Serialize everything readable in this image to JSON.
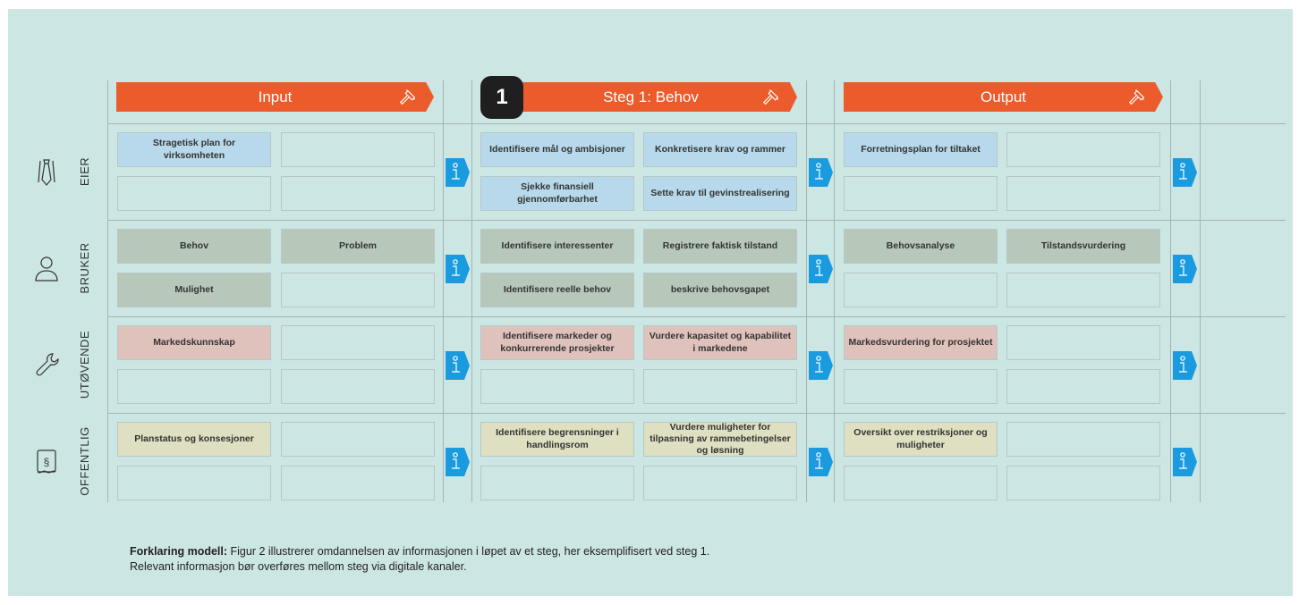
{
  "headers": {
    "input": "Input",
    "step": "Steg 1: Behov",
    "output": "Output",
    "step_number": "1"
  },
  "rows": [
    {
      "label": "EIER",
      "icon": "tie-icon"
    },
    {
      "label": "BRUKER",
      "icon": "person-icon"
    },
    {
      "label": "UTØVENDE",
      "icon": "wrench-icon"
    },
    {
      "label": "OFFENTLIG",
      "icon": "paragraph-scroll-icon"
    }
  ],
  "cells": {
    "eier": {
      "input": [
        "Stragetisk plan for virksomheten",
        "",
        "",
        ""
      ],
      "step": [
        "Identifisere mål og ambisjoner",
        "Konkretisere krav og rammer",
        "Sjekke finansiell gjennomførbarhet",
        "Sette krav til gevinstrealisering"
      ],
      "output": [
        "Forretningsplan for tiltaket",
        "",
        "",
        ""
      ]
    },
    "bruker": {
      "input": [
        "Behov",
        "Problem",
        "Mulighet",
        ""
      ],
      "step": [
        "Identifisere interessenter",
        "Registrere faktisk tilstand",
        "Identifisere reelle behov",
        "beskrive behovsgapet"
      ],
      "output": [
        "Behovsanalyse",
        "Tilstandsvurdering",
        "",
        ""
      ]
    },
    "utovende": {
      "input": [
        "Markedskunnskap",
        "",
        "",
        ""
      ],
      "step": [
        "Identifisere markeder og konkurrerende prosjekter",
        "Vurdere kapasitet og kapabilitet i markedene",
        "",
        ""
      ],
      "output": [
        "Markedsvurdering for prosjektet",
        "",
        "",
        ""
      ]
    },
    "offentlig": {
      "input": [
        "Planstatus og konsesjoner",
        "",
        "",
        ""
      ],
      "step": [
        "Identifisere begrensninger i handlingsrom",
        "Vurdere muligheter for tilpasning av rammebetingelser og løsning",
        "",
        ""
      ],
      "output": [
        "Oversikt over restriksjoner og muligheter",
        "",
        "",
        ""
      ]
    }
  },
  "legend": {
    "bold": "Forklaring modell:",
    "line1": " Figur 2 illustrerer omdannelsen av informasjonen i løpet av et steg, her eksemplifisert ved steg 1.",
    "line2": "Relevant informasjon bør overføres mellom steg via digitale kanaler."
  },
  "colors": {
    "panel": "#cce6e4",
    "header": "#ec5b2b",
    "info_arrow": "#1a9be0",
    "eier_cell": "#b8d9eb",
    "bruker_cell": "#b7c7b9",
    "utovende_cell": "#dfc2bb",
    "offentlig_cell": "#dfdfc2"
  }
}
